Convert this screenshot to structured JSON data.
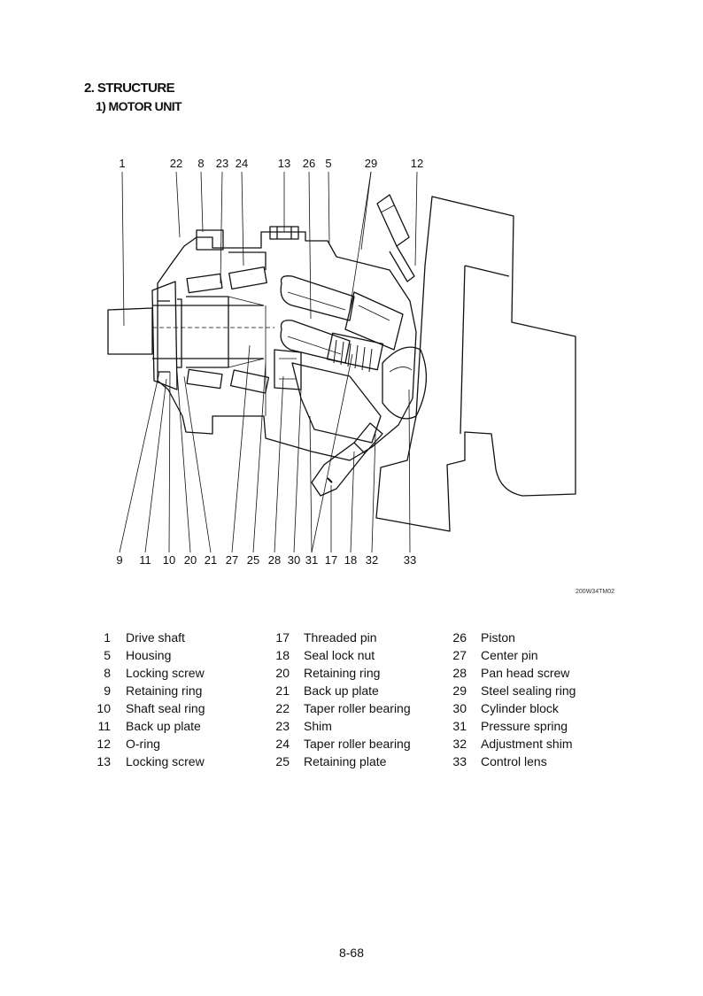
{
  "heading": "2. STRUCTURE",
  "subheading": "1) MOTOR UNIT",
  "figure_code": "200W34TM02",
  "top_callouts": [
    "1",
    "22",
    "8",
    "23",
    "24",
    "13",
    "26",
    "5",
    "29",
    "12"
  ],
  "bottom_callouts": [
    "9",
    "11",
    "10",
    "20",
    "21",
    "27",
    "25",
    "28",
    "30",
    "31",
    "17",
    "18",
    "32",
    "33"
  ],
  "parts": [
    {
      "num": "1",
      "name": "Drive shaft"
    },
    {
      "num": "5",
      "name": "Housing"
    },
    {
      "num": "8",
      "name": "Locking screw"
    },
    {
      "num": "9",
      "name": "Retaining ring"
    },
    {
      "num": "10",
      "name": "Shaft seal ring"
    },
    {
      "num": "11",
      "name": "Back up plate"
    },
    {
      "num": "12",
      "name": "O-ring"
    },
    {
      "num": "13",
      "name": "Locking screw"
    },
    {
      "num": "17",
      "name": "Threaded pin"
    },
    {
      "num": "18",
      "name": "Seal lock nut"
    },
    {
      "num": "20",
      "name": "Retaining ring"
    },
    {
      "num": "21",
      "name": "Back up plate"
    },
    {
      "num": "22",
      "name": "Taper roller bearing"
    },
    {
      "num": "23",
      "name": "Shim"
    },
    {
      "num": "24",
      "name": "Taper roller bearing"
    },
    {
      "num": "25",
      "name": "Retaining plate"
    },
    {
      "num": "26",
      "name": "Piston"
    },
    {
      "num": "27",
      "name": "Center pin"
    },
    {
      "num": "28",
      "name": "Pan head screw"
    },
    {
      "num": "29",
      "name": "Steel sealing ring"
    },
    {
      "num": "30",
      "name": "Cylinder block"
    },
    {
      "num": "31",
      "name": "Pressure spring"
    },
    {
      "num": "32",
      "name": "Adjustment shim"
    },
    {
      "num": "33",
      "name": "Control lens"
    }
  ],
  "page_number": "8-68"
}
